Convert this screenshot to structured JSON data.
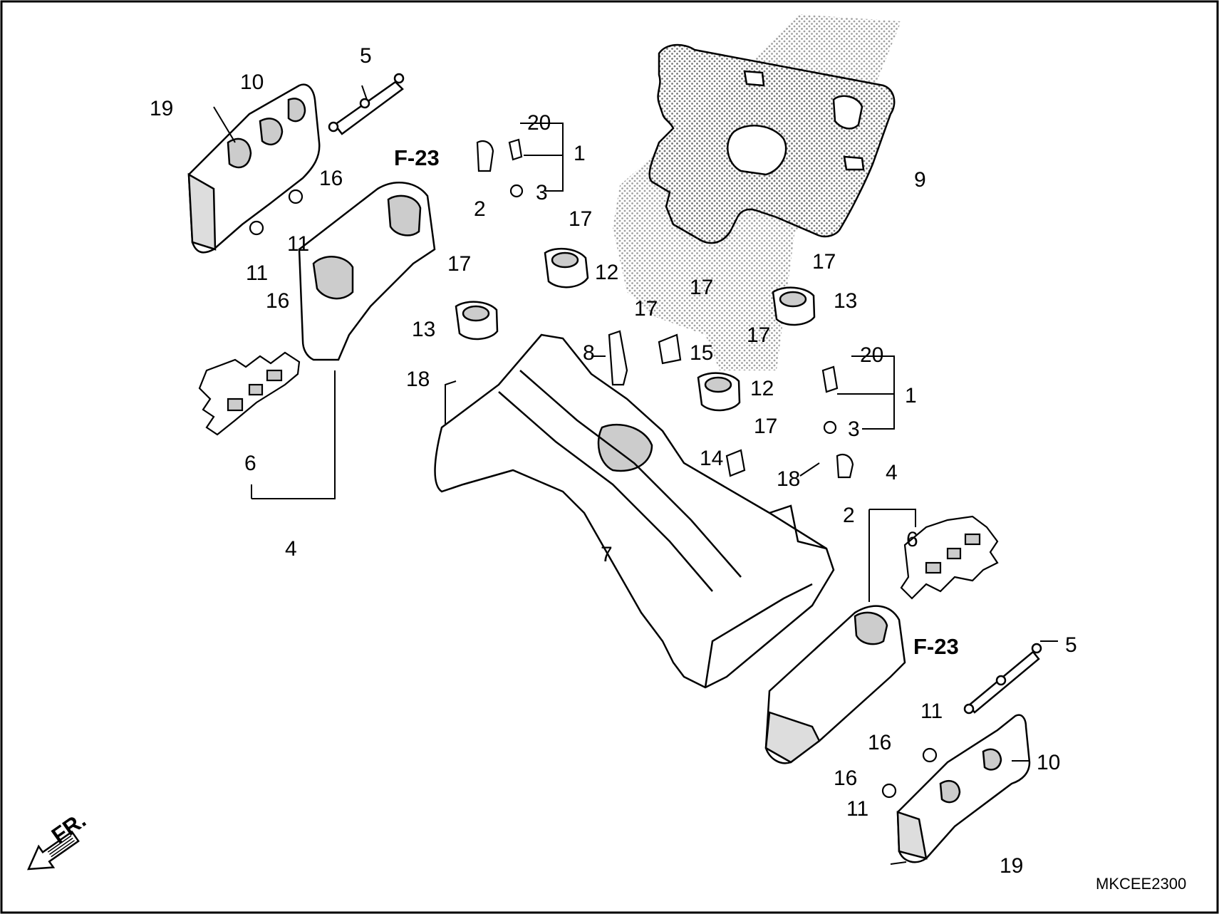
{
  "callouts": {
    "c1a": "1",
    "c1b": "1",
    "c2a": "2",
    "c2b": "2",
    "c3a": "3",
    "c3b": "3",
    "c4a": "4",
    "c4b": "4",
    "c5a": "5",
    "c5b": "5",
    "c6a": "6",
    "c6b": "6",
    "c7": "7",
    "c8": "8",
    "c9": "9",
    "c10a": "10",
    "c10b": "10",
    "c11a": "11",
    "c11b": "11",
    "c11c": "11",
    "c11d": "11",
    "c12a": "12",
    "c12b": "12",
    "c13a": "13",
    "c13b": "13",
    "c14": "14",
    "c15": "15",
    "c16a": "16",
    "c16b": "16",
    "c16c": "16",
    "c16d": "16",
    "c17a": "17",
    "c17b": "17",
    "c17c": "17",
    "c17d": "17",
    "c17e": "17",
    "c17f": "17",
    "c17g": "17",
    "c18a": "18",
    "c18b": "18",
    "c19a": "19",
    "c19b": "19",
    "c20a": "20",
    "c20b": "20"
  },
  "refs": {
    "f23a": "F-23",
    "f23b": "F-23"
  },
  "front_label": "FR.",
  "diagram_code": "MKCEE2300"
}
